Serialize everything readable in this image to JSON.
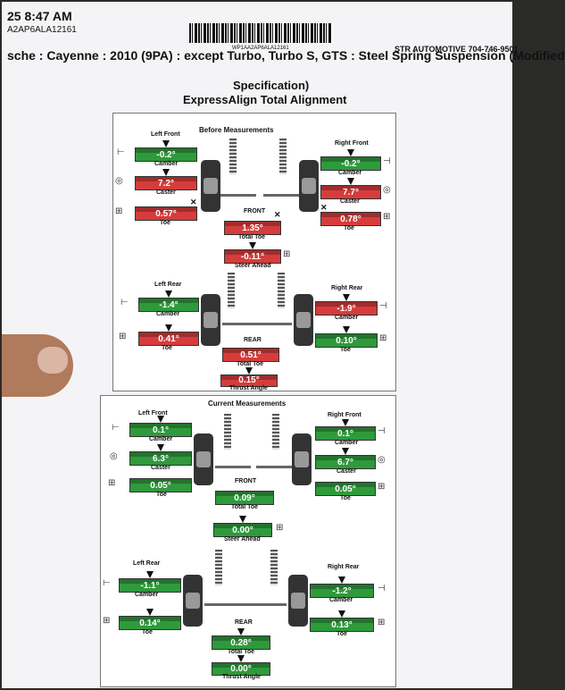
{
  "header": {
    "time": "25 8:47 AM",
    "vin_partial": "A2AP6ALA12161",
    "barcode_text": "WP1AA2AP6ALA12161",
    "shop": "STR AUTOMOTIVE 704-746-9501",
    "vehicle_line1": "sche : Cayenne : 2010 (9PA) : except Turbo, Turbo S, GTS : Steel Spring Suspension (Modified",
    "vehicle_line2": "Specification)",
    "report_title": "ExpressAlign Total Alignment"
  },
  "colors": {
    "out_of_spec": "#d63c3c",
    "in_spec": "#2f9a3c"
  },
  "before": {
    "title": "Before Measurements",
    "left_front": {
      "label": "Left Front",
      "camber": "-0.2°",
      "caster": "7.2°",
      "toe": "0.57°",
      "camber_label": "Camber",
      "caster_label": "Caster",
      "toe_label": "Toe",
      "camber_status": "green",
      "caster_status": "red",
      "toe_status": "red"
    },
    "right_front": {
      "label": "Right Front",
      "camber": "-0.2°",
      "caster": "7.7°",
      "toe": "0.78°",
      "camber_label": "Camber",
      "caster_label": "Caster",
      "toe_label": "Toe",
      "camber_status": "green",
      "caster_status": "red",
      "toe_status": "red"
    },
    "front": {
      "label": "FRONT",
      "total_toe": "1.35°",
      "total_toe_label": "Total Toe",
      "steer_ahead": "-0.11°",
      "steer_ahead_label": "Steer Ahead",
      "total_toe_status": "red",
      "steer_ahead_status": "red"
    },
    "left_rear": {
      "label": "Left Rear",
      "camber": "-1.4°",
      "toe": "0.41°",
      "camber_label": "Camber",
      "toe_label": "Toe",
      "camber_status": "green",
      "toe_status": "red"
    },
    "right_rear": {
      "label": "Right Rear",
      "camber": "-1.9°",
      "toe": "0.10°",
      "camber_label": "Camber",
      "toe_label": "Toe",
      "camber_status": "red",
      "toe_status": "green"
    },
    "rear": {
      "label": "REAR",
      "total_toe": "0.51°",
      "total_toe_label": "Total Toe",
      "thrust_angle": "0.15°",
      "thrust_angle_label": "Thrust Angle",
      "total_toe_status": "red",
      "thrust_angle_status": "red"
    }
  },
  "current": {
    "title": "Current Measurements",
    "left_front": {
      "label": "Left Front",
      "camber": "0.1°",
      "caster": "6.3°",
      "toe": "0.05°",
      "camber_label": "Camber",
      "caster_label": "Caster",
      "toe_label": "Toe",
      "camber_status": "green",
      "caster_status": "green",
      "toe_status": "green"
    },
    "right_front": {
      "label": "Right Front",
      "camber": "0.1°",
      "caster": "6.7°",
      "toe": "0.05°",
      "camber_label": "Camber",
      "caster_label": "Caster",
      "toe_label": "Toe",
      "camber_status": "green",
      "caster_status": "green",
      "toe_status": "green"
    },
    "front": {
      "label": "FRONT",
      "total_toe": "0.09°",
      "total_toe_label": "Total Toe",
      "steer_ahead": "0.00°",
      "steer_ahead_label": "Steer Ahead",
      "total_toe_status": "green",
      "steer_ahead_status": "green"
    },
    "left_rear": {
      "label": "Left Rear",
      "camber": "-1.1°",
      "toe": "0.14°",
      "camber_label": "Camber",
      "toe_label": "Toe",
      "camber_status": "green",
      "toe_status": "green"
    },
    "right_rear": {
      "label": "Right Rear",
      "camber": "-1.2°",
      "toe": "0.13°",
      "camber_label": "Camber",
      "toe_label": "Toe",
      "camber_status": "green",
      "toe_status": "green"
    },
    "rear": {
      "label": "REAR",
      "total_toe": "0.28°",
      "total_toe_label": "Total Toe",
      "thrust_angle": "0.00°",
      "thrust_angle_label": "Thrust Angle",
      "total_toe_status": "green",
      "thrust_angle_status": "green"
    }
  }
}
